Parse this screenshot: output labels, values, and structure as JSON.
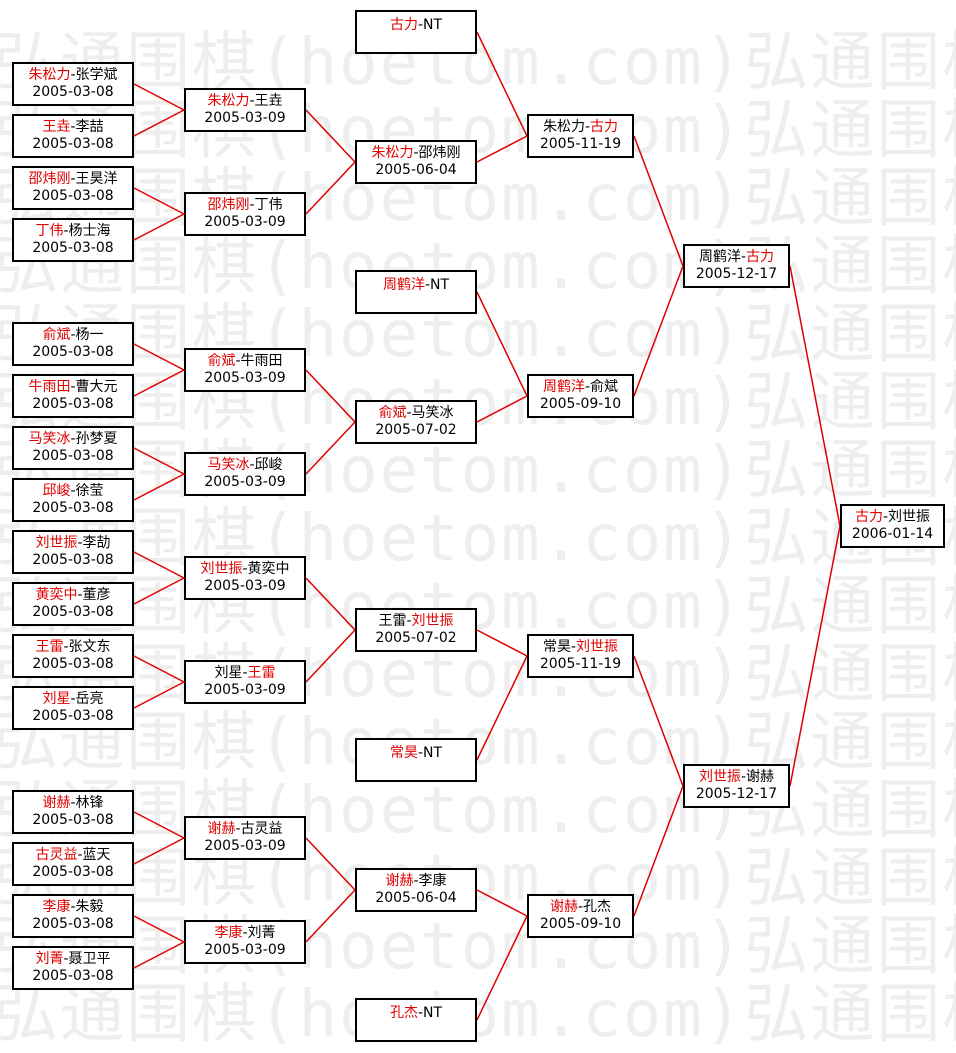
{
  "watermark": "弘通围棋(hoetom.com)",
  "colors": {
    "winner": "#e00000",
    "line": "#e00000",
    "border": "#000000"
  },
  "matches": [
    {
      "id": "r1_1",
      "p1": "朱松力",
      "p2": "张学斌",
      "date": "2005-03-08",
      "winner": 1
    },
    {
      "id": "r1_2",
      "p1": "王垚",
      "p2": "李喆",
      "date": "2005-03-08",
      "winner": 1
    },
    {
      "id": "r1_3",
      "p1": "邵炜刚",
      "p2": "王昊洋",
      "date": "2005-03-08",
      "winner": 1
    },
    {
      "id": "r1_4",
      "p1": "丁伟",
      "p2": "杨士海",
      "date": "2005-03-08",
      "winner": 1
    },
    {
      "id": "r1_5",
      "p1": "俞斌",
      "p2": "杨一",
      "date": "2005-03-08",
      "winner": 1
    },
    {
      "id": "r1_6",
      "p1": "牛雨田",
      "p2": "曹大元",
      "date": "2005-03-08",
      "winner": 1
    },
    {
      "id": "r1_7",
      "p1": "马笑冰",
      "p2": "孙梦夏",
      "date": "2005-03-08",
      "winner": 1
    },
    {
      "id": "r1_8",
      "p1": "邱峻",
      "p2": "徐莹",
      "date": "2005-03-08",
      "winner": 1
    },
    {
      "id": "r1_9",
      "p1": "刘世振",
      "p2": "李劼",
      "date": "2005-03-08",
      "winner": 1
    },
    {
      "id": "r1_10",
      "p1": "黄奕中",
      "p2": "董彦",
      "date": "2005-03-08",
      "winner": 1
    },
    {
      "id": "r1_11",
      "p1": "王雷",
      "p2": "张文东",
      "date": "2005-03-08",
      "winner": 1
    },
    {
      "id": "r1_12",
      "p1": "刘星",
      "p2": "岳亮",
      "date": "2005-03-08",
      "winner": 1
    },
    {
      "id": "r1_13",
      "p1": "谢赫",
      "p2": "林锋",
      "date": "2005-03-08",
      "winner": 1
    },
    {
      "id": "r1_14",
      "p1": "古灵益",
      "p2": "蓝天",
      "date": "2005-03-08",
      "winner": 1
    },
    {
      "id": "r1_15",
      "p1": "李康",
      "p2": "朱毅",
      "date": "2005-03-08",
      "winner": 1
    },
    {
      "id": "r1_16",
      "p1": "刘菁",
      "p2": "聂卫平",
      "date": "2005-03-08",
      "winner": 1
    },
    {
      "id": "r2_1",
      "p1": "朱松力",
      "p2": "王垚",
      "date": "2005-03-09",
      "winner": 1
    },
    {
      "id": "r2_2",
      "p1": "邵炜刚",
      "p2": "丁伟",
      "date": "2005-03-09",
      "winner": 1
    },
    {
      "id": "r2_3",
      "p1": "俞斌",
      "p2": "牛雨田",
      "date": "2005-03-09",
      "winner": 1
    },
    {
      "id": "r2_4",
      "p1": "马笑冰",
      "p2": "邱峻",
      "date": "2005-03-09",
      "winner": 1
    },
    {
      "id": "r2_5",
      "p1": "刘世振",
      "p2": "黄奕中",
      "date": "2005-03-09",
      "winner": 1
    },
    {
      "id": "r2_6",
      "p1": "刘星",
      "p2": "王雷",
      "date": "2005-03-09",
      "winner": 2
    },
    {
      "id": "r2_7",
      "p1": "谢赫",
      "p2": "古灵益",
      "date": "2005-03-09",
      "winner": 1
    },
    {
      "id": "r2_8",
      "p1": "李康",
      "p2": "刘菁",
      "date": "2005-03-09",
      "winner": 1
    },
    {
      "id": "seed_1",
      "p1": "古力",
      "p2": "NT",
      "date": "",
      "winner": 1
    },
    {
      "id": "r3_1",
      "p1": "朱松力",
      "p2": "邵炜刚",
      "date": "2005-06-04",
      "winner": 1
    },
    {
      "id": "seed_2",
      "p1": "周鹤洋",
      "p2": "NT",
      "date": "",
      "winner": 1
    },
    {
      "id": "r3_2",
      "p1": "俞斌",
      "p2": "马笑冰",
      "date": "2005-07-02",
      "winner": 1
    },
    {
      "id": "r3_3",
      "p1": "王雷",
      "p2": "刘世振",
      "date": "2005-07-02",
      "winner": 2
    },
    {
      "id": "seed_3",
      "p1": "常昊",
      "p2": "NT",
      "date": "",
      "winner": 1
    },
    {
      "id": "r3_4",
      "p1": "谢赫",
      "p2": "李康",
      "date": "2005-06-04",
      "winner": 1
    },
    {
      "id": "seed_4",
      "p1": "孔杰",
      "p2": "NT",
      "date": "",
      "winner": 1
    },
    {
      "id": "r4_1",
      "p1": "朱松力",
      "p2": "古力",
      "date": "2005-11-19",
      "winner": 2
    },
    {
      "id": "r4_2",
      "p1": "周鹤洋",
      "p2": "俞斌",
      "date": "2005-09-10",
      "winner": 1
    },
    {
      "id": "r4_3",
      "p1": "常昊",
      "p2": "刘世振",
      "date": "2005-11-19",
      "winner": 2
    },
    {
      "id": "r4_4",
      "p1": "谢赫",
      "p2": "孔杰",
      "date": "2005-09-10",
      "winner": 1
    },
    {
      "id": "r5_1",
      "p1": "周鹤洋",
      "p2": "古力",
      "date": "2005-12-17",
      "winner": 2
    },
    {
      "id": "r5_2",
      "p1": "刘世振",
      "p2": "谢赫",
      "date": "2005-12-17",
      "winner": 1
    },
    {
      "id": "final",
      "p1": "古力",
      "p2": "刘世振",
      "date": "2006-01-14",
      "winner": 1
    }
  ]
}
